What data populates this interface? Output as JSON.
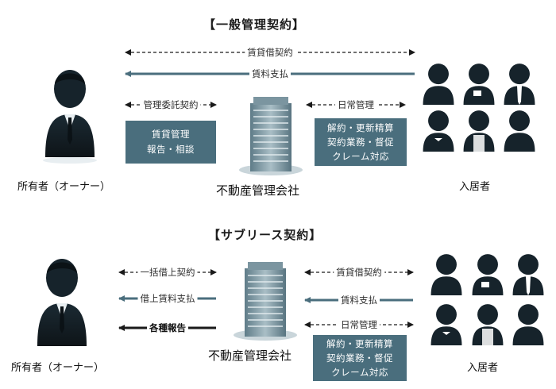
{
  "sections": {
    "general": {
      "title": "【一般管理契約】",
      "owner_label": "所有者（オーナー）",
      "company_label": "不動産管理会社",
      "tenant_label": "入居者",
      "arrows": {
        "lease_contract": "賃貸借契約",
        "rent_payment": "賃料支払",
        "management_entrust": "管理委託契約",
        "daily_management": "日常管理"
      },
      "left_box": [
        "賃貸管理",
        "報告・相談"
      ],
      "right_box": [
        "解約・更新精算",
        "契約業務・督促",
        "クレーム対応"
      ]
    },
    "sublease": {
      "title": "【サブリース契約】",
      "owner_label": "所有者（オーナー）",
      "company_label": "不動産管理会社",
      "tenant_label": "入居者",
      "arrows": {
        "master_lease": "一括借上契約",
        "lease_rent_payment": "借上賃料支払",
        "reports": "各種報告",
        "lease_contract": "賃貸借契約",
        "rent_payment": "賃料支払",
        "daily_management": "日常管理"
      },
      "right_box": [
        "解約・更新精算",
        "契約業務・督促",
        "クレーム対応"
      ]
    }
  },
  "colors": {
    "arrow_blue": "#4a6e7d",
    "arrow_black": "#1a1a1a",
    "box_fill": "#4a6e7d",
    "person_fill": "#16232b",
    "building_fill": "#6f8a96"
  },
  "icons": {
    "owner": "businessman-icon",
    "tenants": "people-group-icon",
    "company": "office-building-icon"
  }
}
